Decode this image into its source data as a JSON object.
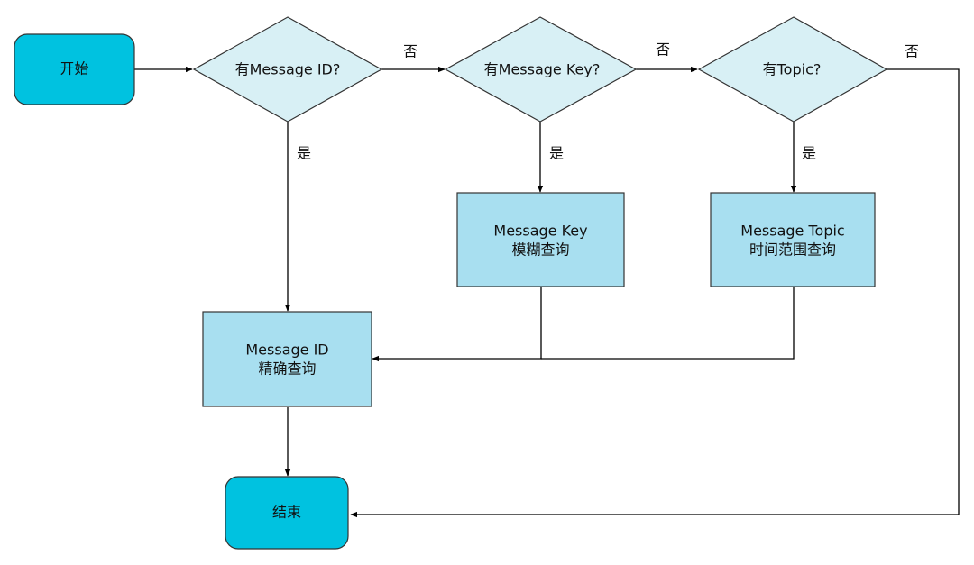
{
  "colors": {
    "terminal_fill": "#00c2e0",
    "process_fill": "#a8dff0",
    "decision_fill": "#d8f0f5",
    "stroke": "#333333",
    "edge": "#000000"
  },
  "nodes": {
    "start": {
      "label": "开始"
    },
    "end": {
      "label": "结束"
    },
    "decision_id": {
      "label": "有Message ID?"
    },
    "decision_key": {
      "label": "有Message Key?"
    },
    "decision_topic": {
      "label": "有Topic?"
    },
    "process_id": {
      "line1": "Message ID",
      "line2": "精确查询"
    },
    "process_key": {
      "line1": "Message Key",
      "line2": "模糊查询"
    },
    "process_topic": {
      "line1": "Message Topic",
      "line2": "时间范围查询"
    }
  },
  "edges": {
    "no_label": "否",
    "yes_label": "是"
  }
}
